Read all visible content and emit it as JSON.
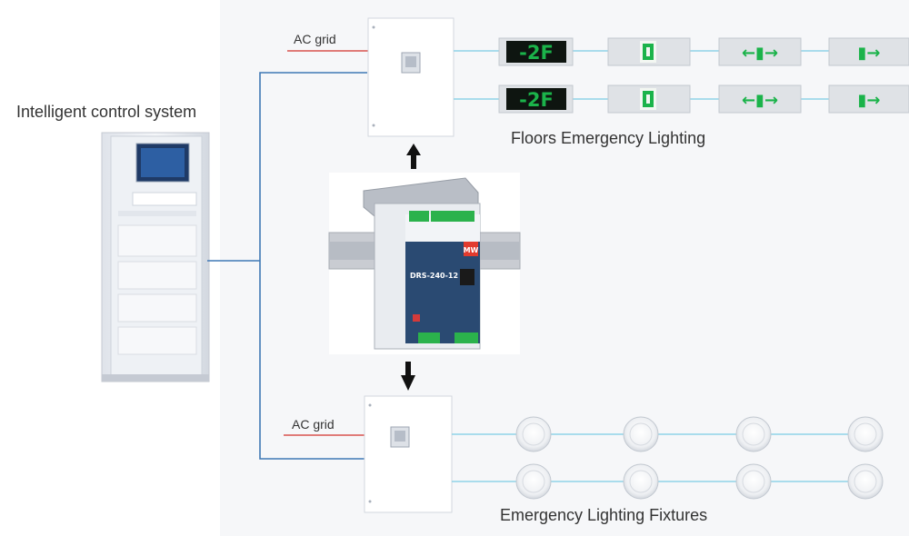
{
  "labels": {
    "control_system": "Intelligent control system",
    "ac_grid_top": "AC grid",
    "ac_grid_bottom": "AC grid",
    "floors_lighting": "Floors Emergency Lighting",
    "fixtures_lighting": "Emergency Lighting Fixtures"
  },
  "power_supply": {
    "model": "DRS-240-12",
    "brand": "MW"
  },
  "signs": {
    "floor_sign_text": "-2F"
  },
  "colors": {
    "panel_bg": "#f6f7f9",
    "ac_line": "#d9534f",
    "bus_line": "#3f78b5",
    "fixture_line": "#8fd3e8",
    "sign_green": "#1bb34a",
    "arrow": "#111111"
  }
}
